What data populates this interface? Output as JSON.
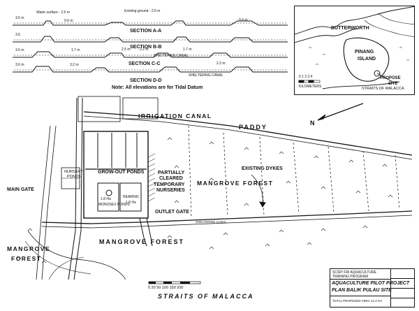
{
  "sections": {
    "water_surface": "Water surface - 2.5 m",
    "existing_ground": "Existing ground - 2.6 m",
    "dims": [
      "3.6 m",
      "0.6 m",
      "0.6 m",
      "3.6",
      "3.6 m",
      "1.7 m",
      "2.5 m",
      "2.2 m",
      "1.7 m",
      "3.6 m",
      "2.2 m",
      "3.2 m"
    ],
    "section_a": "SECTION A-A",
    "section_b": "SECTION B-B",
    "section_c": "SECTION C-C",
    "section_d": "SECTION D-D",
    "sheltering_canal_1": "SHELTERING CANAL",
    "sheltering_canal_2": "SHELTERING CANAL",
    "note": "Note: All elevations are for Tidal Datum"
  },
  "inset": {
    "butterworth": "BUTTERWORTH",
    "pinang": "PINANG",
    "island": "ISLAND",
    "propose": "PROPOSE",
    "site": "SITE",
    "straits": "STRAITS OF MALACCA",
    "kilometers": "KILOMETERS",
    "scale_nums": "0 1 2 3 4"
  },
  "map": {
    "irrigation_canal": "IRRIGATION CANAL",
    "paddy": "PADDY",
    "north": "N",
    "existing_dykes": "EXISTING DYKES",
    "grow_out_ponds": "GROW-OUT PONDS",
    "partially_cleared_1": "PARTIALLY",
    "partially_cleared_2": "CLEARED",
    "temporary_nurseries_1": "TEMPORARY",
    "temporary_nurseries_2": "NURSERIES",
    "mangrove_forest_right": "MANGROVE FOREST",
    "nursery_ponds_1": "NURSERY",
    "nursery_ponds_2": "PONDS",
    "main_gate": "MAIN GATE",
    "outlet_gate": "OUTLET GATE",
    "monosex_ponds": "MONOSEX PONDS",
    "rearing": "REARING",
    "area_a": "1.8 Ha",
    "area_b": "1.8 Ha",
    "mangrove_left_1": "MANGROVE",
    "mangrove_left_2": "FOREST",
    "mangrove_forest_bottom": "MANGROVE FOREST",
    "sheltering_canal_map": "SHELTERING CANAL",
    "straits_bottom": "STRAITS OF MALACCA",
    "scale_label": "0 20 50 100 150 200"
  },
  "title_block": {
    "line1": "SCSP/ FRI AQUACULTURE",
    "line2": "TRAINING PROGRAM",
    "line3": "AQUACULTURE PILOT PROJECT",
    "line4": "PLAN BALIK PULAU SITE",
    "line5": "TOTAL PROPOSED AREA 12.2 HA"
  }
}
